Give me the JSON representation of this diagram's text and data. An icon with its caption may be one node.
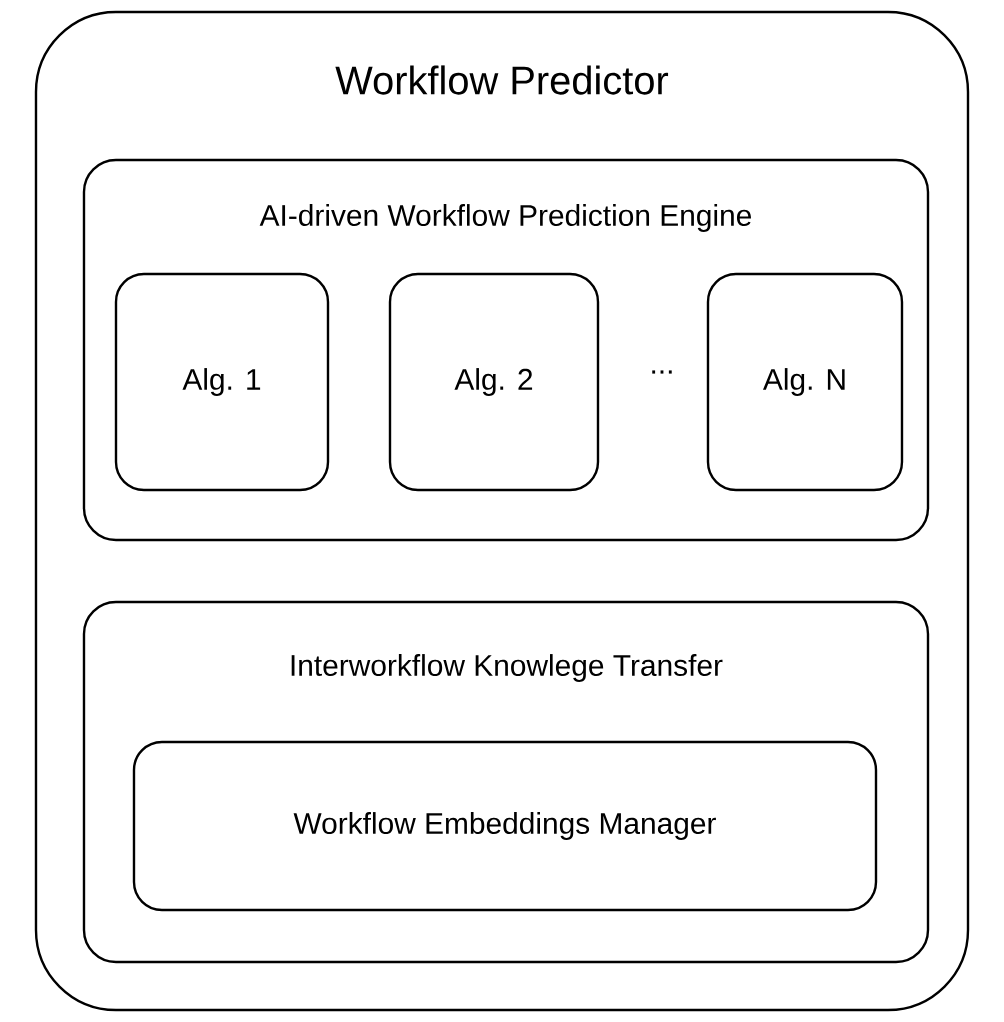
{
  "diagram": {
    "nodes": [
      {
        "text": [
          "Workflow Predictor"
        ]
      },
      {
        "text": [
          "AI-driven Workflow Prediction Engine"
        ],
        "in": 0
      },
      {
        "text": [
          "Alg. 1"
        ],
        "in": 1
      },
      {
        "text": [
          "Alg. 2"
        ],
        "in": 1
      },
      {
        "text": [
          "Alg. N"
        ],
        "in": 1
      },
      {
        "text": [
          "Interworkflow Knowlege Transfer"
        ],
        "in": 0
      },
      {
        "text": [
          "Workflow Embeddings Manager"
        ],
        "in": 5
      }
    ],
    "labels": [
      "..."
    ]
  }
}
